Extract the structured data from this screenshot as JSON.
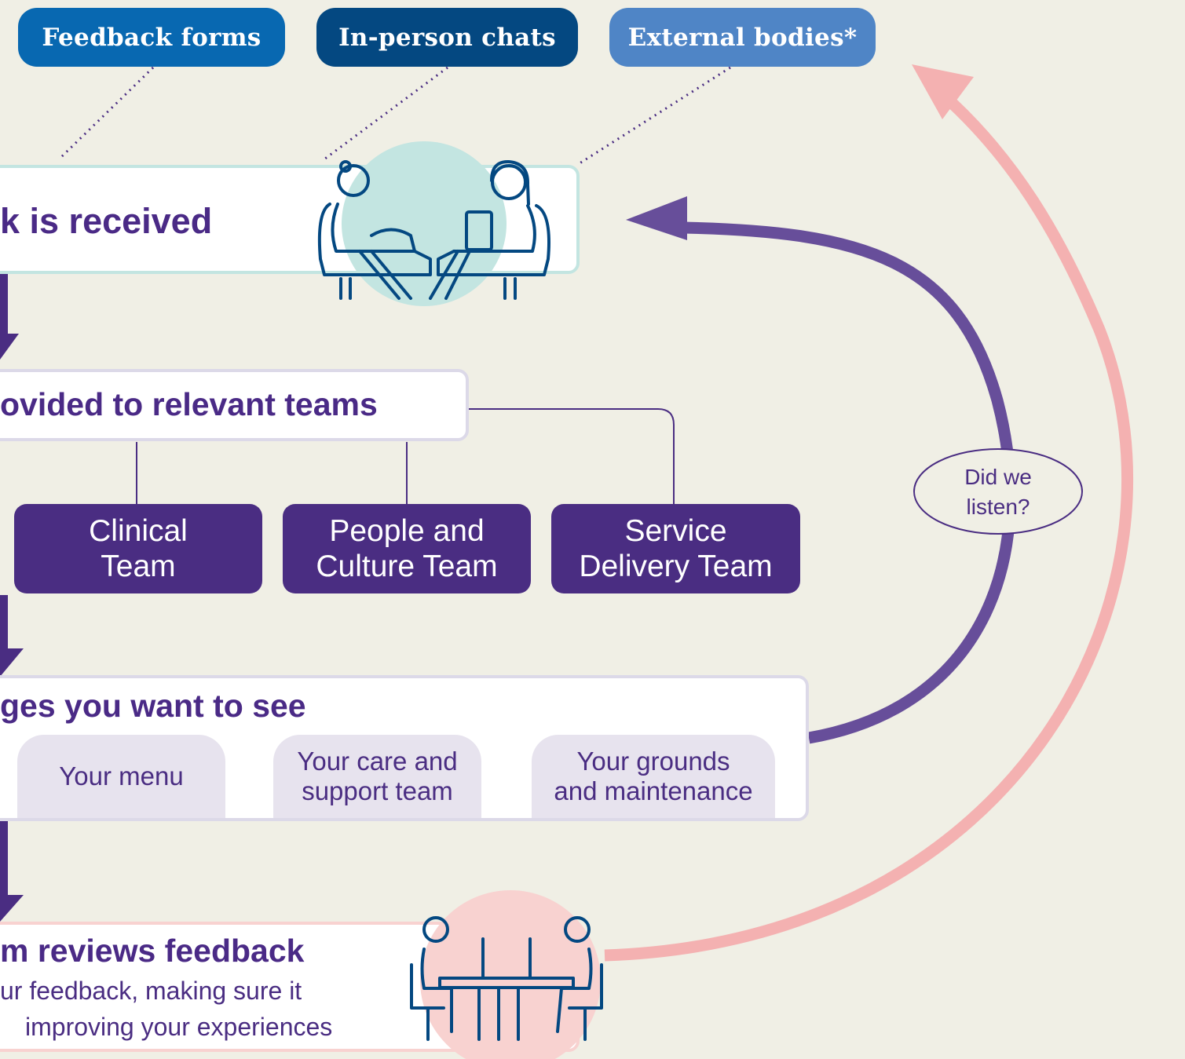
{
  "sources": {
    "feedback_forms": "Feedback forms",
    "in_person_chats": "In-person chats",
    "external_bodies": "External bodies*"
  },
  "stages": {
    "received": "k is received",
    "provided": "ovided to relevant teams",
    "changes": "ges you want to see",
    "reviews": "m reviews feedback",
    "reviews_line1": "ur feedback, making sure it",
    "reviews_line2": "improving your experiences"
  },
  "teams": {
    "clinical": "Clinical\nTeam",
    "people_culture": "People and\nCulture Team",
    "service_delivery": "Service\nDelivery Team"
  },
  "changes": {
    "menu": "Your menu",
    "care_support": "Your care and\nsupport team",
    "grounds": "Your grounds\nand maintenance"
  },
  "loop_label": "Did we\nlisten?",
  "colors": {
    "background": "#f0efe5",
    "purple_dark": "#4a2d82",
    "purple_loop": "#674e9a",
    "pink_loop": "#f4b1b1",
    "teal_circle": "#c3e5e1",
    "pink_circle": "#f8d2d0",
    "pill_blue": "#0868b1",
    "pill_navy": "#044881",
    "pill_light": "#4f85c6"
  }
}
